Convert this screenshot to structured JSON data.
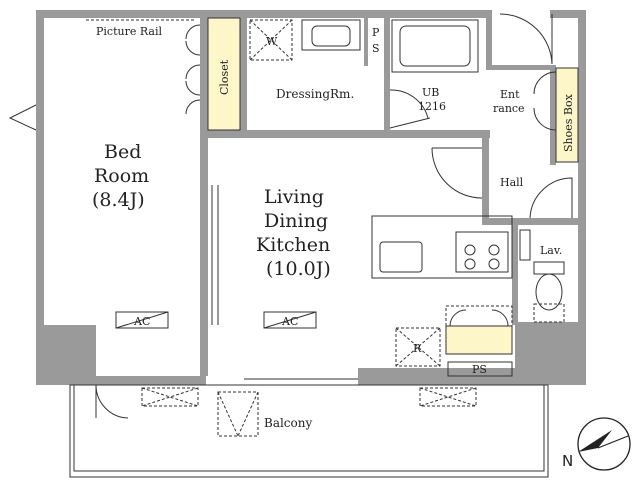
{
  "rooms": {
    "picture_rail": "Picture Rail",
    "closet": "Closet",
    "washer": "W",
    "ps_top_p": "P",
    "ps_top_s": "S",
    "dressing": "DressingRm.",
    "ub": "UB",
    "ub_size": "1216",
    "entrance_1": "Ent",
    "entrance_2": "rance",
    "shoes_box": "Shoes Box",
    "bedroom_1": "Bed",
    "bedroom_2": "Room",
    "bedroom_3": "(8.4J)",
    "ldk_1": "Living",
    "ldk_2": "Dining",
    "ldk_3": "Kitchen",
    "ldk_4": "(10.0J)",
    "hall": "Hall",
    "lav": "Lav.",
    "ac_bed": "AC",
    "ac_ldk": "AC",
    "fridge": "R",
    "ps_bottom": "PS",
    "balcony": "Balcony"
  },
  "compass": {
    "label": "N"
  },
  "colors": {
    "wall": "#9a9a9a",
    "closet": "#fdf6c8",
    "line": "#333333"
  }
}
